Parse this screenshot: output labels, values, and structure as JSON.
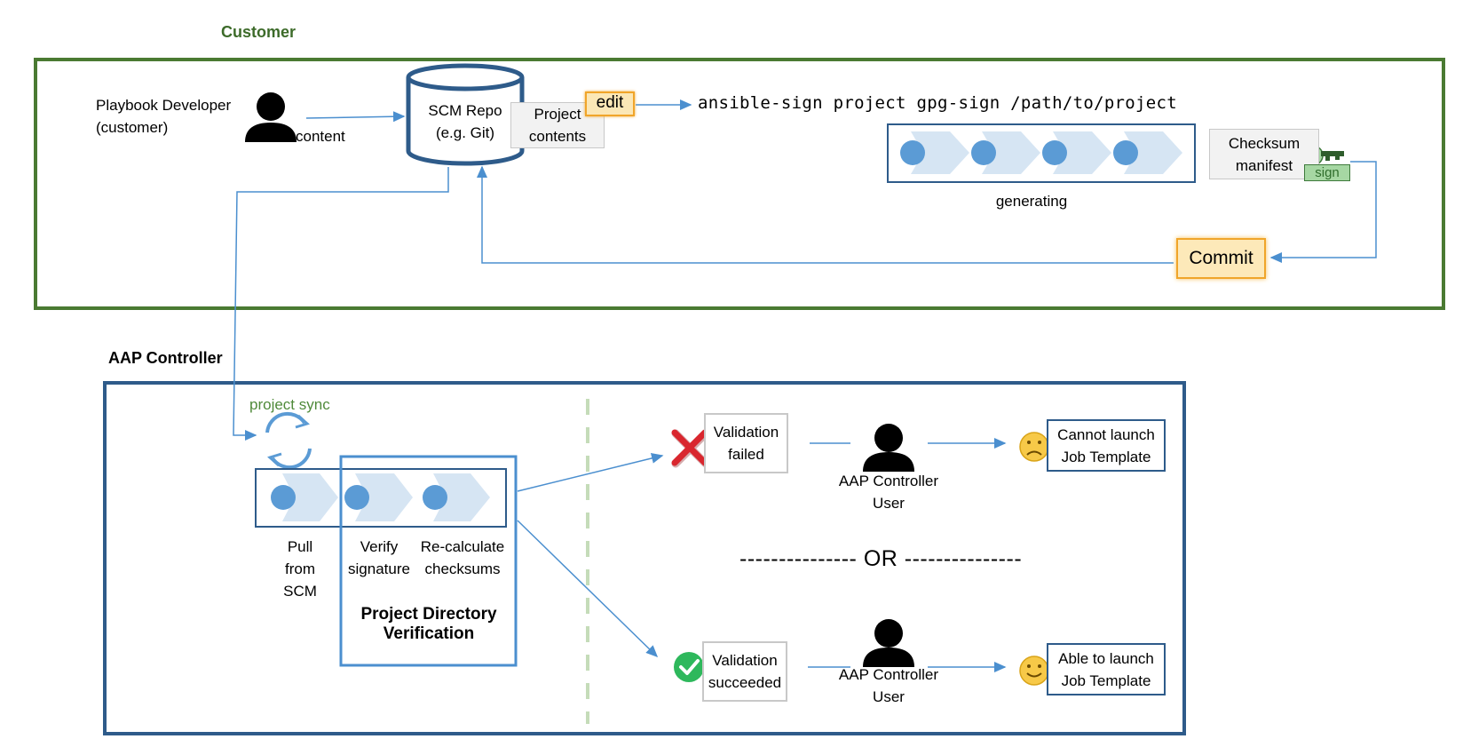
{
  "customer": {
    "title": "Customer",
    "developer_line1": "Playbook Developer",
    "developer_line2": "(customer)",
    "content_label": "content",
    "scm_line1": "SCM Repo",
    "scm_line2": "(e.g. Git)",
    "project_line1": "Project",
    "project_line2": "contents",
    "edit_label": "edit",
    "command": "ansible-sign project gpg-sign /path/to/project",
    "generating_label": "generating",
    "checksum_line1": "Checksum",
    "checksum_line2": "manifest",
    "sign_label": "sign",
    "commit_label": "Commit"
  },
  "controller": {
    "title": "AAP Controller",
    "project_sync_label": "project sync",
    "step1_line1": "Pull",
    "step1_line2": "from",
    "step1_line3": "SCM",
    "step2_line1": "Verify",
    "step2_line2": "signature",
    "step3_line1": "Re-calculate",
    "step3_line2": "checksums",
    "verification_line1": "Project Directory",
    "verification_line2": "Verification",
    "failed_line1": "Validation",
    "failed_line2": "failed",
    "user_line1": "AAP Controller",
    "user_line2": "User",
    "cannot_line1": "Cannot launch",
    "cannot_line2": "Job Template",
    "or_text": "--------------- OR ---------------",
    "succeeded_line1": "Validation",
    "succeeded_line2": "succeeded",
    "able_line1": "Able to launch",
    "able_line2": "Job Template"
  },
  "colors": {
    "customer_border": "#4a7a32",
    "customer_title": "#3d6b2a",
    "controller_border": "#2e5b8a",
    "arrow_blue": "#4b8fcf",
    "step_dot": "#5b9bd5",
    "chevron": "#d6e5f3",
    "highlight_box": "#4b8fcf",
    "fail_red": "#d9262e",
    "success_green": "#2eb85c",
    "dash_green": "#c5dcb9",
    "project_sync_green": "#4f8a3a"
  },
  "icons": {
    "person": "person-icon",
    "sync": "sync-icon",
    "fail": "x-mark-icon",
    "success": "check-circle-icon",
    "sad": "sad-face-icon",
    "happy": "happy-face-icon",
    "key": "key-icon",
    "database": "database-icon"
  }
}
